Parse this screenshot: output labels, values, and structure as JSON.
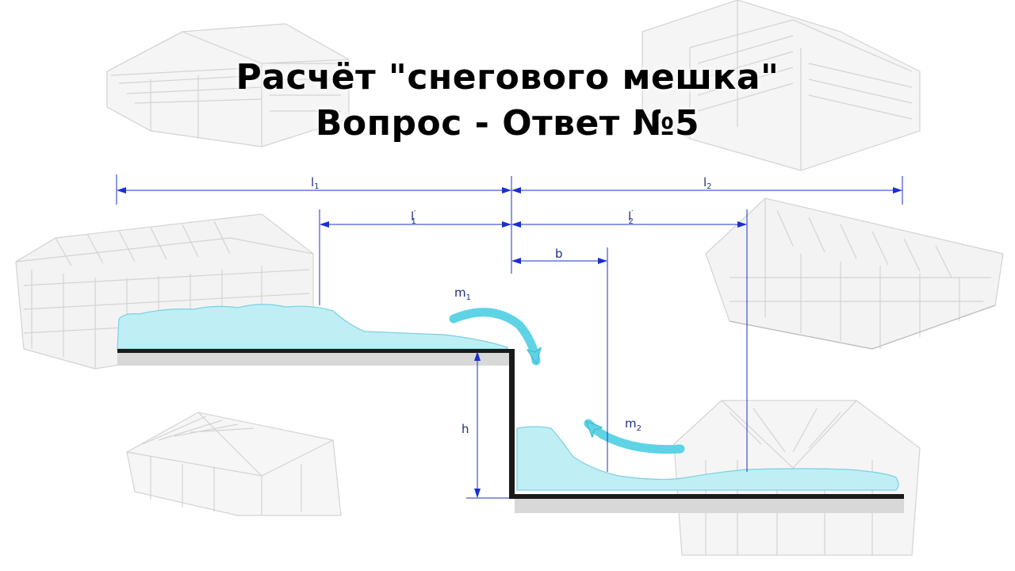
{
  "title": {
    "line1": "Расчёт \"снегового мешка\"",
    "line2": "Вопрос - Ответ №5"
  },
  "dimensions": {
    "l1": {
      "main": "l",
      "sub": "1"
    },
    "l2": {
      "main": "l",
      "sub": "2"
    },
    "l1_prime": {
      "main": "l",
      "mark": "′",
      "sub": "1"
    },
    "l2_prime": {
      "main": "l",
      "mark": "′",
      "sub": "2"
    },
    "b": "b",
    "h": "h"
  },
  "flows": {
    "m1": {
      "main": "m",
      "sub": "1"
    },
    "m2": {
      "main": "m",
      "sub": "2"
    }
  },
  "colors": {
    "snow": "#bfeff5",
    "snow_stroke": "#7ccfe0",
    "arrow_flow": "#5fd3e6",
    "dimension": "#1a2fd0",
    "roof": "#1a1a1a",
    "frame_sketch": "#c9c9c9"
  },
  "background_icons": [
    "house-frame-icon"
  ]
}
